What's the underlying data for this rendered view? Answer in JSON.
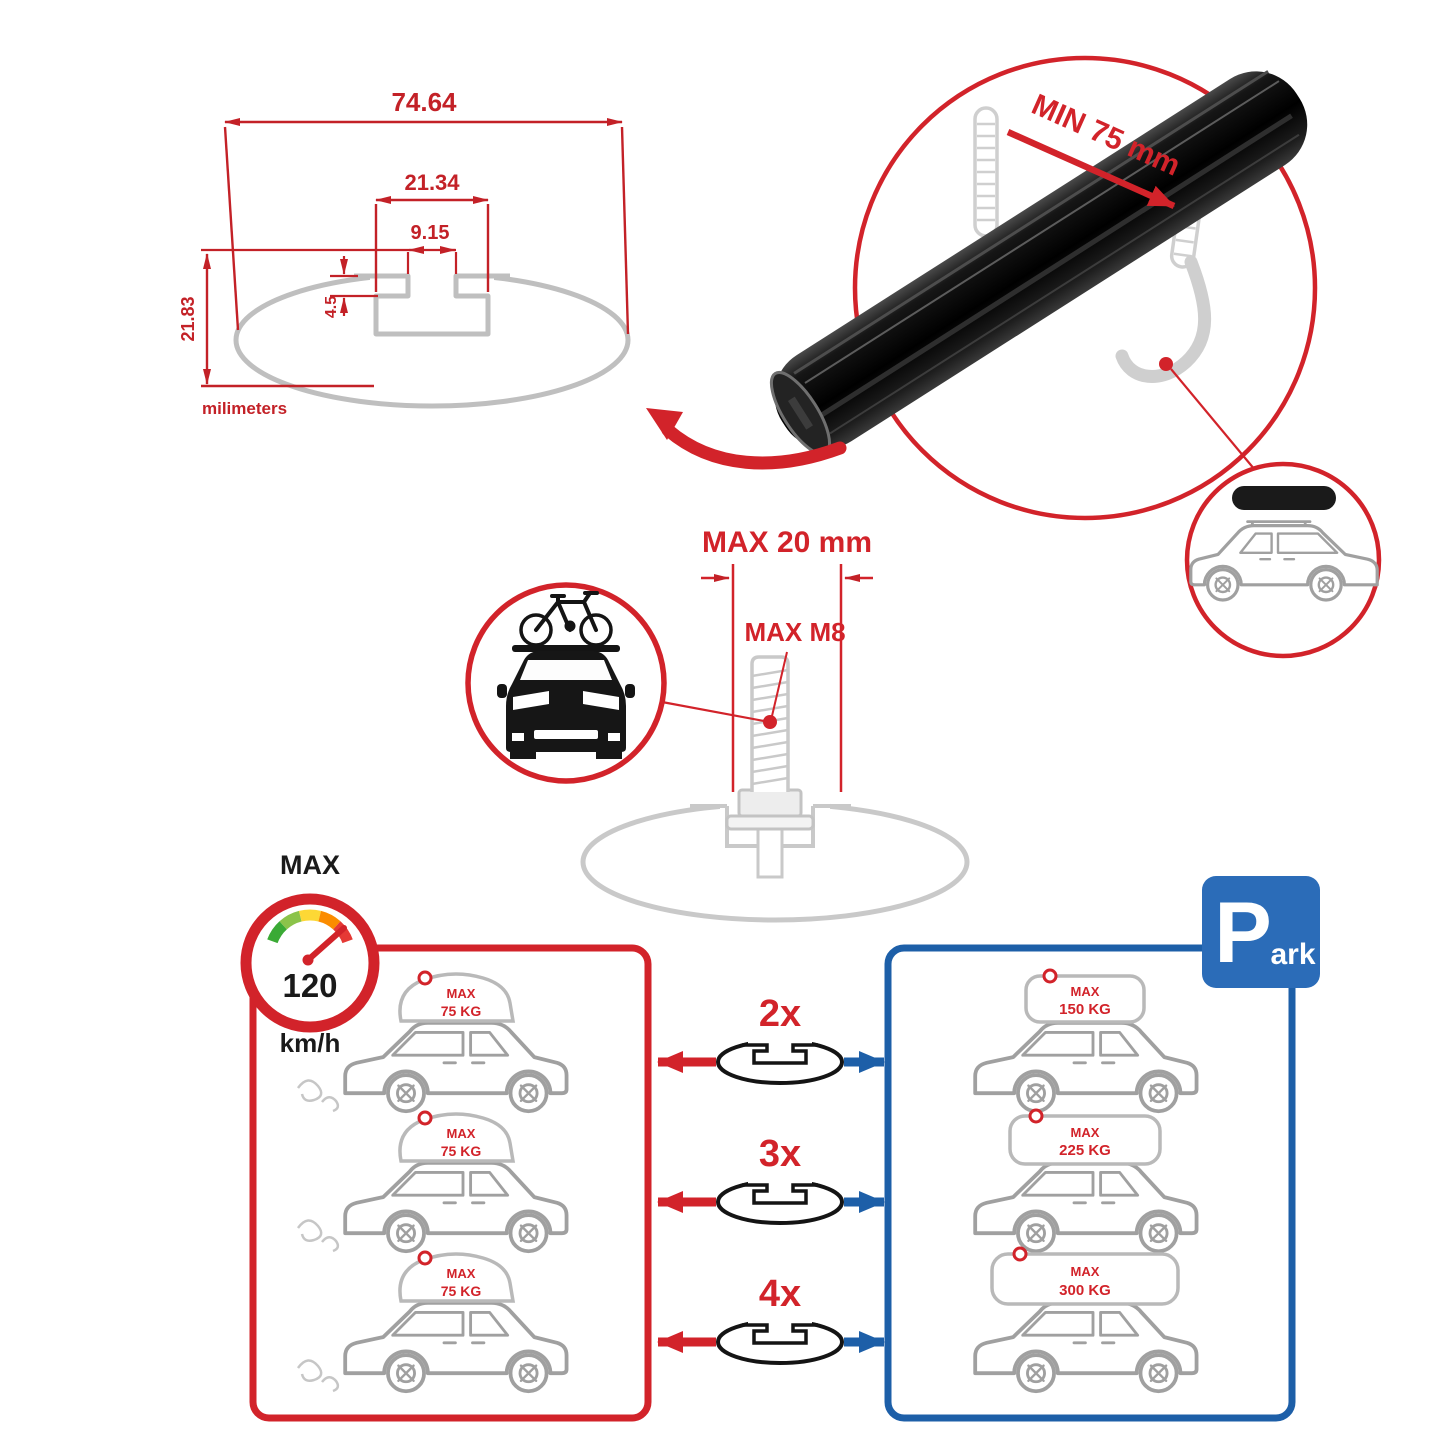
{
  "colors": {
    "red": "#d2232a",
    "dim_red": "#c32127",
    "blue": "#1d5fa8",
    "sign_blue": "#2b6cb8",
    "gray": "#bfbfbf",
    "dark": "#141414"
  },
  "tech_drawing": {
    "dim_total_width": "74.64",
    "dim_slot_outer_width": "21.34",
    "dim_slot_inner_width": "9.15",
    "dim_step_depth": "4.5",
    "dim_profile_height": "21.83",
    "units_label": "milimeters"
  },
  "clamp_detail": {
    "min_grip_label": "MIN 75 mm"
  },
  "bolt_detail": {
    "max_length_label": "MAX 20 mm",
    "max_thread_label": "MAX M8"
  },
  "speed_limit": {
    "title": "MAX",
    "value": "120",
    "unit": "km/h"
  },
  "red_panel": {
    "cars": [
      {
        "tag": "MAX",
        "weight": "75 KG"
      },
      {
        "tag": "MAX",
        "weight": "75 KG"
      },
      {
        "tag": "MAX",
        "weight": "75 KG"
      }
    ]
  },
  "multipliers": [
    "2x",
    "3x",
    "4x"
  ],
  "blue_panel": {
    "cars": [
      {
        "tag": "MAX",
        "weight": "150 KG"
      },
      {
        "tag": "MAX",
        "weight": "225 KG"
      },
      {
        "tag": "MAX",
        "weight": "300 KG"
      }
    ]
  },
  "parking_sign": {
    "letter": "P",
    "suffix": "ark"
  },
  "icons": {
    "crossbar_profile": "ellipse-profile-icon",
    "speedometer": "speedometer-gauge-icon",
    "parking": "parking-sign-icon",
    "suv_side": "suv-outline-icon",
    "car_front_bike": "car-front-with-bike-icon",
    "roof_box_suv": "suv-with-roofbox-icon"
  }
}
